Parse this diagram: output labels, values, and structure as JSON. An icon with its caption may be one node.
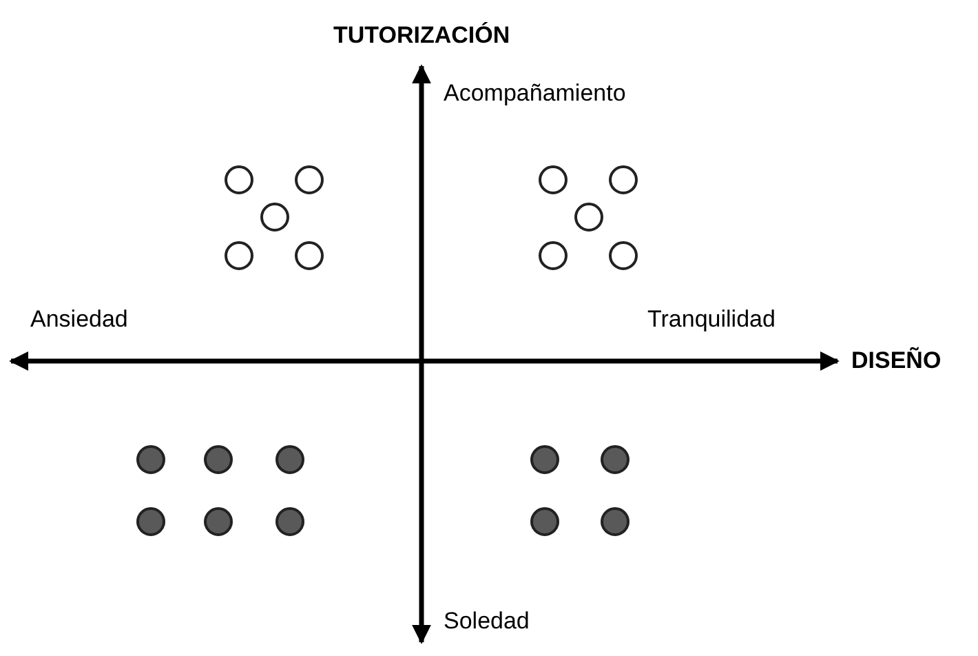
{
  "diagram": {
    "nodes": [
      {
        "text": [],
        "shape": "circle"
      },
      {
        "text": [],
        "shape": "circle"
      },
      {
        "text": [],
        "shape": "circle"
      },
      {
        "text": [],
        "shape": "circle"
      },
      {
        "text": [],
        "shape": "circle"
      },
      {
        "text": [],
        "shape": "circle"
      },
      {
        "text": [],
        "shape": "circle"
      },
      {
        "text": [],
        "shape": "circle"
      },
      {
        "text": [],
        "shape": "circle"
      },
      {
        "text": [],
        "shape": "circle"
      },
      {
        "text": [],
        "shape": "circle"
      },
      {
        "text": [],
        "shape": "circle"
      },
      {
        "text": [],
        "shape": "circle"
      },
      {
        "text": [],
        "shape": "circle"
      },
      {
        "text": [],
        "shape": "circle"
      },
      {
        "text": [],
        "shape": "circle"
      },
      {
        "text": [],
        "shape": "circle"
      },
      {
        "text": [],
        "shape": "circle"
      },
      {
        "text": [],
        "shape": "circle"
      },
      {
        "text": [],
        "shape": "circle"
      }
    ],
    "edges": [],
    "labels": [
      "TUTORIZACIÓN",
      "Acompañamiento",
      "Ansiedad",
      "Tranquilidad",
      "DISEÑO",
      "Soledad"
    ]
  }
}
